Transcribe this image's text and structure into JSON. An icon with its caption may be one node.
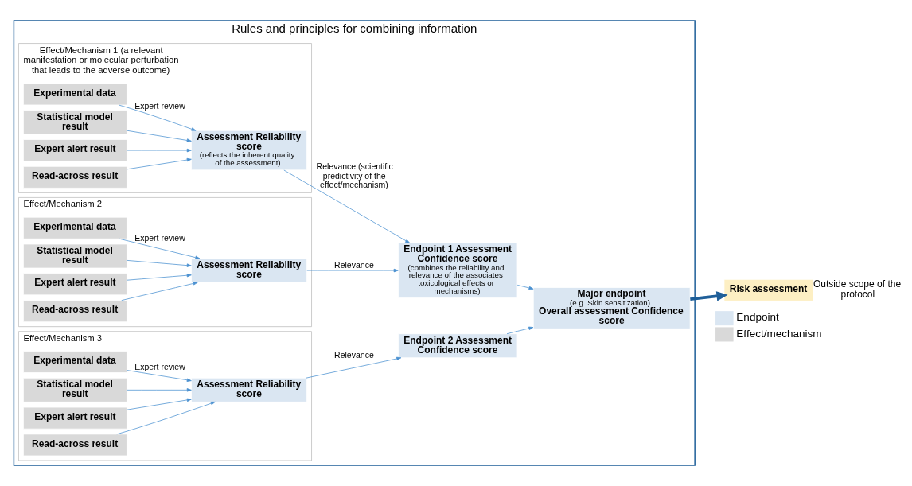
{
  "diagram": {
    "nodes": [
      {
        "text": [
          "Rules and principles for combining information"
        ]
      },
      {
        "text": [
          "Effect/Mechanism 1 (a relevant manifestation or molecular perturbation that leads to the adverse outcome)"
        ],
        "in": 0
      },
      {
        "text": [
          "Experimental data"
        ],
        "in": 1
      },
      {
        "text": [
          "Statistical model result"
        ],
        "in": 1
      },
      {
        "text": [
          "Expert alert result"
        ],
        "in": 1
      },
      {
        "text": [
          "Read-across result"
        ],
        "in": 1
      },
      {
        "text": [
          "Assessment Reliability score",
          "(reflects the inherent quality of the assessment)"
        ],
        "in": 1
      },
      {
        "text": [
          "Effect/Mechanism 2"
        ],
        "in": 0
      },
      {
        "text": [
          "Experimental data"
        ],
        "in": 7
      },
      {
        "text": [
          "Statistical model result"
        ],
        "in": 7
      },
      {
        "text": [
          "Expert alert result"
        ],
        "in": 7
      },
      {
        "text": [
          "Read-across result"
        ],
        "in": 7
      },
      {
        "text": [
          "Assessment Reliability score"
        ],
        "in": 7
      },
      {
        "text": [
          "Effect/Mechanism 3"
        ],
        "in": 0
      },
      {
        "text": [
          "Experimental data"
        ],
        "in": 13
      },
      {
        "text": [
          "Statistical model result"
        ],
        "in": 13
      },
      {
        "text": [
          "Expert alert result"
        ],
        "in": 13
      },
      {
        "text": [
          "Read-across result"
        ],
        "in": 13
      },
      {
        "text": [
          "Assessment Reliability score"
        ],
        "in": 13
      },
      {
        "text": [
          "Endpoint 1 Assessment Confidence score",
          "(combines the reliability and relevance of the associates toxicological effects or mechanisms)"
        ],
        "in": 0
      },
      {
        "text": [
          "Endpoint 2 Assessment Confidence score"
        ],
        "in": 0
      },
      {
        "text": [
          "Major endpoint",
          "(e.g. Skin sensitization)",
          "Overall assessment Confidence score"
        ],
        "in": 0
      },
      {
        "text": [
          "Risk assessment"
        ],
        "beside": [
          "Outside scope of the protocol"
        ]
      }
    ],
    "edges": [
      {
        "from": 2,
        "to": 6,
        "arrow": "to",
        "label": "Expert review"
      },
      {
        "from": 3,
        "to": 6,
        "arrow": "to"
      },
      {
        "from": 4,
        "to": 6,
        "arrow": "to"
      },
      {
        "from": 5,
        "to": 6,
        "arrow": "to"
      },
      {
        "from": 8,
        "to": 12,
        "arrow": "to",
        "label": "Expert review"
      },
      {
        "from": 9,
        "to": 12,
        "arrow": "to"
      },
      {
        "from": 10,
        "to": 12,
        "arrow": "to"
      },
      {
        "from": 11,
        "to": 12,
        "arrow": "to"
      },
      {
        "from": 14,
        "to": 18,
        "arrow": "to",
        "label": "Expert review"
      },
      {
        "from": 15,
        "to": 18,
        "arrow": "to"
      },
      {
        "from": 16,
        "to": 18,
        "arrow": "to"
      },
      {
        "from": 17,
        "to": 18,
        "arrow": "to"
      },
      {
        "from": 6,
        "to": 19,
        "arrow": "to",
        "label": "Relevance (scientific predictivity of the effect/mechanism)"
      },
      {
        "from": 12,
        "to": 19,
        "arrow": "to",
        "label": "Relevance"
      },
      {
        "from": 18,
        "to": 20,
        "arrow": "to",
        "label": "Relevance"
      },
      {
        "from": 19,
        "to": 21,
        "arrow": "to"
      },
      {
        "from": 20,
        "to": 21,
        "arrow": "to"
      },
      {
        "from": 21,
        "to": 22,
        "arrow": "to",
        "style": "thick",
        "color": "#1f5f99"
      }
    ],
    "legend": [
      {
        "text": "Endpoint",
        "color": "#dae6f2"
      },
      {
        "text": "Effect/mechanism",
        "color": "#d9d9d9"
      }
    ]
  }
}
